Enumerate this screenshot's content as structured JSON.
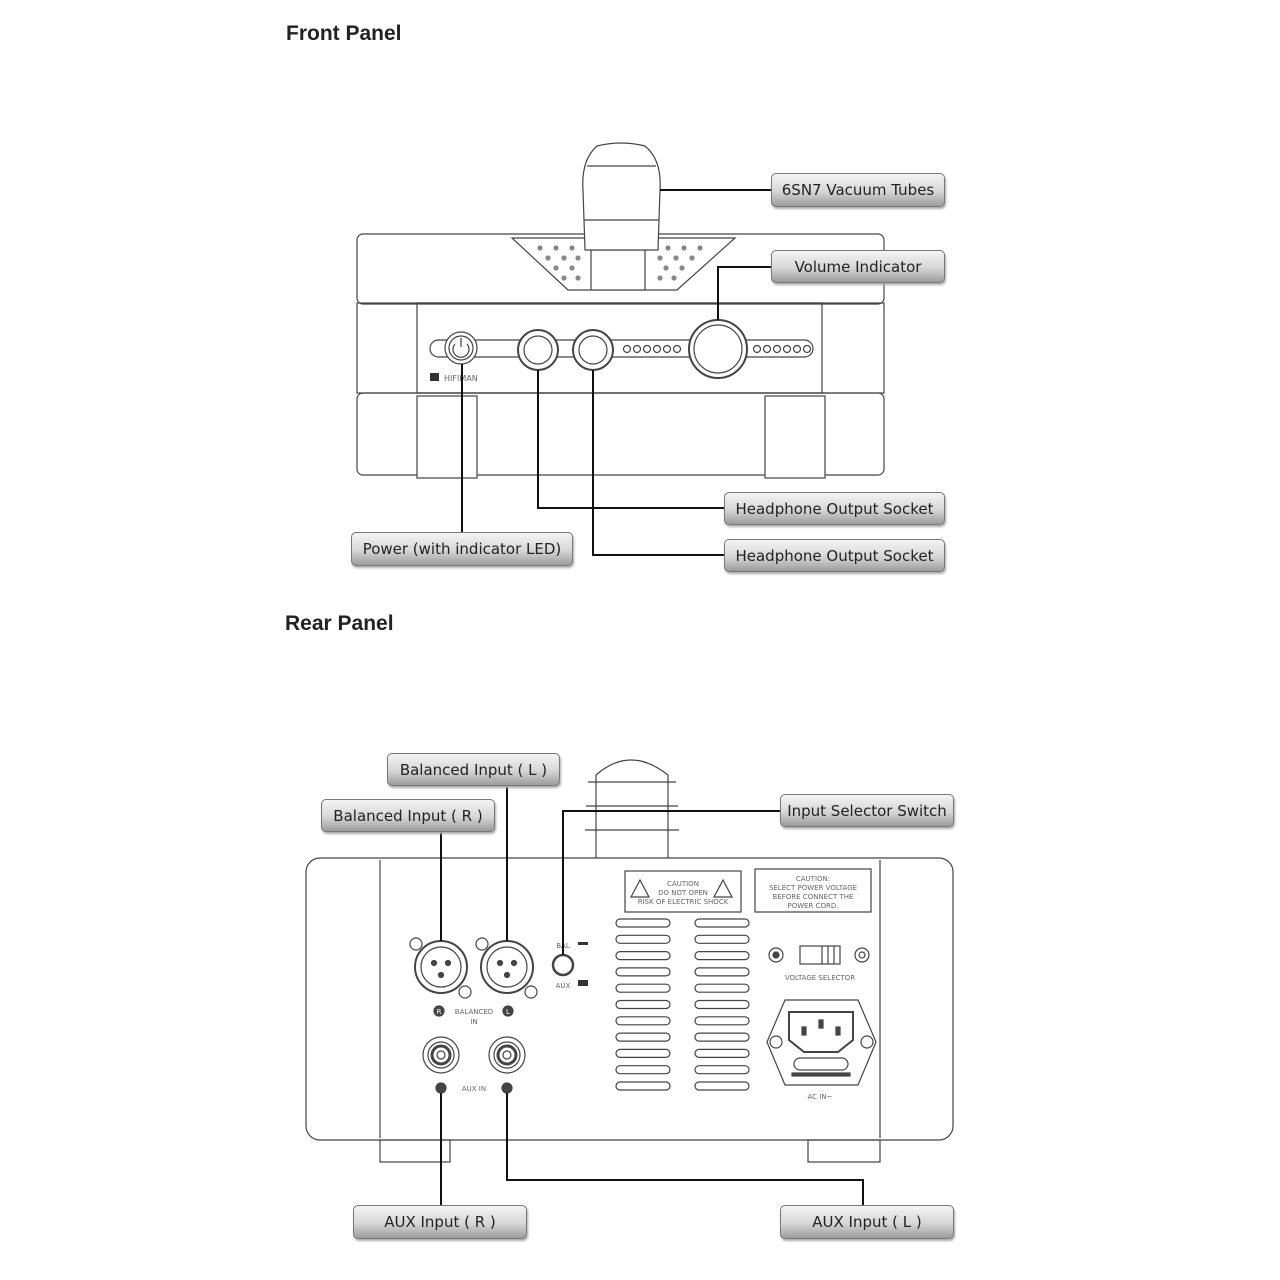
{
  "front": {
    "title": "Front Panel",
    "brand": "HIFIMAN",
    "labels": {
      "tubes": "6SN7 Vacuum Tubes",
      "volume": "Volume Indicator",
      "headphone1": "Headphone Output Socket",
      "headphone2": "Headphone Output Socket",
      "power": "Power (with indicator LED)"
    }
  },
  "rear": {
    "title": "Rear Panel",
    "labels": {
      "bal_l": "Balanced Input ( L )",
      "bal_r": "Balanced Input ( R )",
      "selector": "Input Selector Switch",
      "aux_r": "AUX Input ( R )",
      "aux_l": "AUX Input ( L )"
    },
    "caution1": [
      "CAUTION",
      "DO NOT OPEN",
      "RISK OF ELECTRIC SHOCK"
    ],
    "caution2": [
      "CAUTION:",
      "SELECT POWER VOLTAGE",
      "BEFORE CONNECT THE",
      "POWER CORD."
    ],
    "bal_text": "BAL",
    "aux_text": "AUX",
    "balanced_in": [
      "BALANCED",
      "IN"
    ],
    "aux_in": "AUX IN",
    "voltage_selector": "VOLTAGE SELECTOR",
    "ac_in": "AC IN~",
    "r_mark": "R",
    "l_mark": "L"
  }
}
